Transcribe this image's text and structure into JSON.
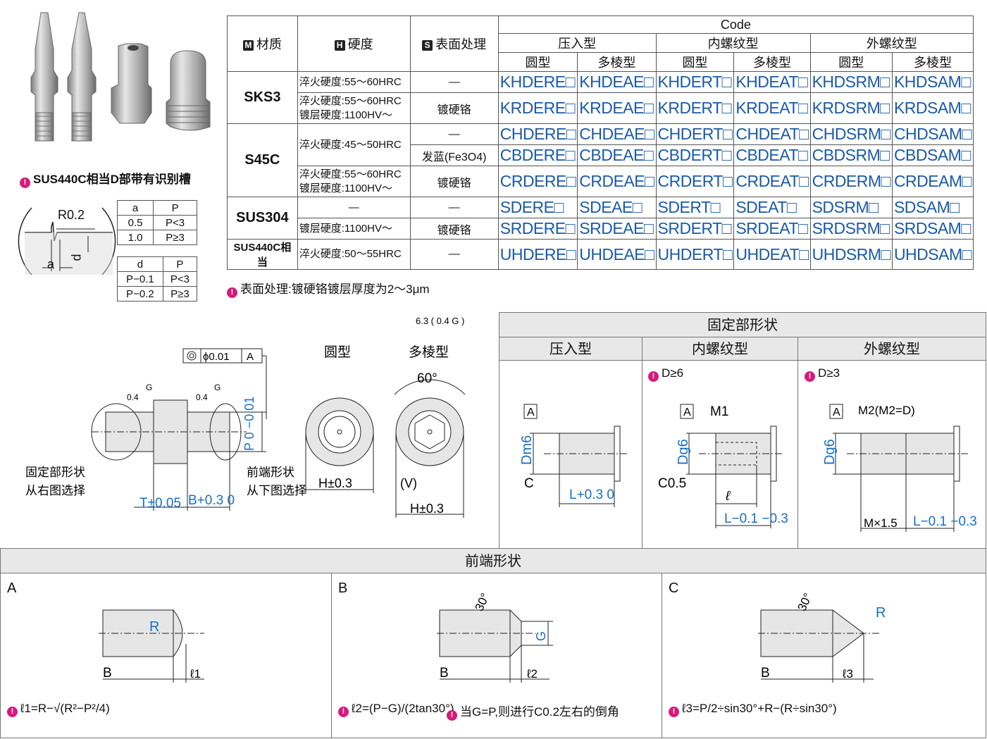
{
  "note_sus440c": "SUS440C相当D部带有识别槽",
  "groove": {
    "radius_label": "R0.2",
    "a_label": "a",
    "d_label": "d",
    "table1": {
      "headers": [
        "a",
        "P"
      ],
      "rows": [
        [
          "0.5",
          "P<3"
        ],
        [
          "1.0",
          "P≥3"
        ]
      ]
    },
    "table2": {
      "headers": [
        "d",
        "P"
      ],
      "rows": [
        [
          "P−0.1",
          "P<3"
        ],
        [
          "P−0.2",
          "P≥3"
        ]
      ]
    }
  },
  "table": {
    "h_material_tag": "M",
    "h_material": "材质",
    "h_hardness_tag": "H",
    "h_hardness": "硬度",
    "h_surface_tag": "S",
    "h_surface": "表面处理",
    "h_code": "Code",
    "h_press": "压入型",
    "h_internal": "内螺纹型",
    "h_external": "外螺纹型",
    "h_round": "圆型",
    "h_poly": "多棱型",
    "rows": [
      {
        "material": "SKS3",
        "hardness": "淬火硬度:55～60HRC",
        "surface": "—",
        "codes": [
          "KHDERE□",
          "KHDEAE□",
          "KHDERT□",
          "KHDEAT□",
          "KHDSRM□",
          "KHDSAM□"
        ]
      },
      {
        "material": "",
        "hardness": "淬火硬度:55～60HRC\n镀层硬度:1100HV～",
        "surface": "镀硬铬",
        "codes": [
          "KRDERE□",
          "KRDEAE□",
          "KRDERT□",
          "KRDEAT□",
          "KRDSRM□",
          "KRDSAM□"
        ]
      },
      {
        "material": "S45C",
        "hardness": "淬火硬度:45～50HRC",
        "surface": "—",
        "codes": [
          "CHDERE□",
          "CHDEAE□",
          "CHDERT□",
          "CHDEAT□",
          "CHDSRM□",
          "CHDSAM□"
        ]
      },
      {
        "material": "",
        "hardness": "",
        "surface": "发蓝(Fe3O4)",
        "codes": [
          "CBDERE□",
          "CBDEAE□",
          "CBDERT□",
          "CBDEAT□",
          "CBDSRM□",
          "CBDSAM□"
        ]
      },
      {
        "material": "",
        "hardness": "淬火硬度:55～60HRC\n镀层硬度:1100HV～",
        "surface": "镀硬铬",
        "codes": [
          "CRDERE□",
          "CRDEAE□",
          "CRDERT□",
          "CRDEAT□",
          "CRDERM□",
          "CRDEAM□"
        ]
      },
      {
        "material": "SUS304",
        "hardness": "—",
        "surface": "—",
        "codes": [
          "SDERE□",
          "SDEAE□",
          "SDERT□",
          "SDEAT□",
          "SDSRM□",
          "SDSAM□"
        ]
      },
      {
        "material": "",
        "hardness": "镀层硬度:1100HV～",
        "surface": "镀硬铬",
        "codes": [
          "SRDERE□",
          "SRDEAE□",
          "SRDERT□",
          "SRDEAT□",
          "SRDSRM□",
          "SRDSAM□"
        ]
      },
      {
        "material": "SUS440C相当",
        "hardness": "淬火硬度:50～55HRC",
        "surface": "—",
        "codes": [
          "UHDERE□",
          "UHDEAE□",
          "UHDERT□",
          "UHDEAT□",
          "UHDSRM□",
          "UHDSAM□"
        ]
      }
    ],
    "note": "表面处理:镀硬铬镀层厚度为2～3μm"
  },
  "drawing": {
    "roughness": "6.3 ( 0.4 G )",
    "concentricity": "ϕ0.01",
    "datum": "A",
    "round_label": "圆型",
    "poly_label": "多棱型",
    "angle": "60°",
    "fixed_label_1": "固定部形状",
    "fixed_label_2": "从右图选择",
    "front_label_1": "前端形状",
    "front_label_2": "从下图选择",
    "T_label": "T±0.05",
    "B_label": "B+0.3 0",
    "P_label": "P 0 −0.01",
    "H_label": "H±0.3",
    "V_label": "(V)",
    "surface_04": "0.4",
    "G": "G"
  },
  "fixed_section": {
    "title": "固定部形状",
    "col_press": "压入型",
    "col_internal": "内螺纹型",
    "col_external": "外螺纹型",
    "internal_note": "D≥6",
    "external_note": "D≥3",
    "press_D": "Dm6",
    "internal_D": "Dg6",
    "external_D": "Dg6",
    "C_label": "C",
    "C05_label": "C0.5",
    "M1_label": "M1",
    "M2_label": "M2(M2=D)",
    "L_press": "L+0.3 0",
    "L_internal": "L−0.1 −0.3",
    "L_external": "L−0.1 −0.3",
    "ell_label": "ℓ",
    "MX15": "M×1.5"
  },
  "front_section": {
    "title": "前端形状",
    "A": "A",
    "B": "B",
    "C": "C",
    "R": "R",
    "angle30": "30°",
    "G": "G",
    "l1": "ℓ1",
    "l2": "ℓ2",
    "l3": "ℓ3",
    "formula_A": "ℓ1=R−√(R²−P²/4)",
    "formula_B": "ℓ2=(P−G)/(2tan30°)",
    "note_B": "当G=P,则进行C0.2左右的倒角",
    "formula_C": "ℓ3=P/2÷sin30°+R−(R÷sin30°)"
  },
  "colors": {
    "code_blue": "#1a5aa8",
    "pin_magenta": "#d6197c",
    "label_blue": "#1a6fc2"
  }
}
